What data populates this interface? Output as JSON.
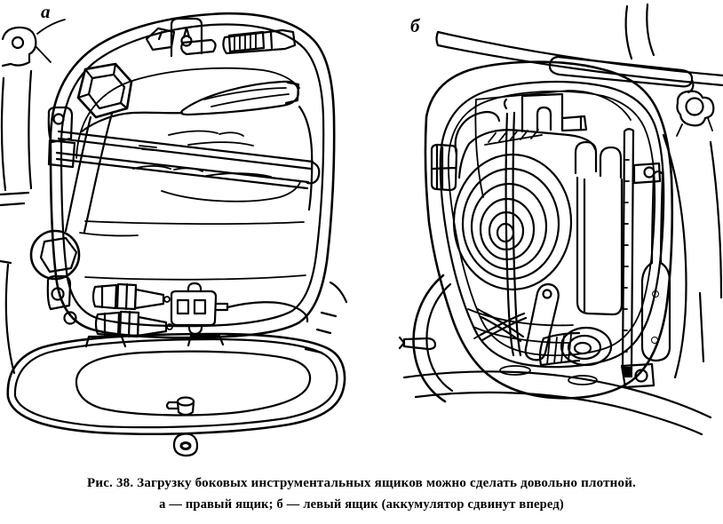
{
  "figure": {
    "panel_a_label": "а",
    "panel_b_label": "б",
    "caption_line1": "Рис. 38. Загрузку боковых инструментальных ящиков можно сделать довольно плотной.",
    "caption_line2": "а — правый ящик; б — левый ящик (аккумулятор сдвинут вперед)"
  },
  "style": {
    "ink_color": "#000000",
    "paper_color": "#ffffff"
  }
}
